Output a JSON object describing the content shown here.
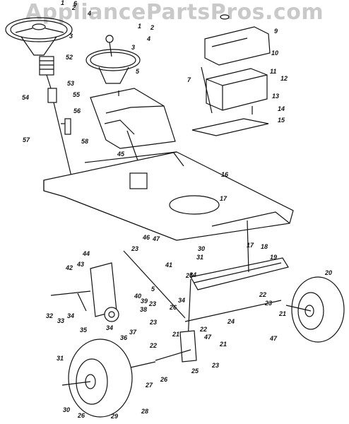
{
  "watermark": "AppliancePartsPros.com",
  "colors": {
    "ink": "#111111",
    "background": "#ffffff",
    "watermark": "#c9c9c9"
  },
  "callouts": [
    "1",
    "2",
    "3",
    "4",
    "5",
    "6",
    "7",
    "9",
    "10",
    "11",
    "12",
    "13",
    "14",
    "15",
    "16",
    "17",
    "18",
    "19",
    "20",
    "21",
    "22",
    "23",
    "24",
    "25",
    "26",
    "27",
    "28",
    "29",
    "30",
    "31",
    "32",
    "33",
    "34",
    "35",
    "36",
    "37",
    "38",
    "39",
    "40",
    "41",
    "42",
    "43",
    "44",
    "45",
    "46",
    "47",
    "52",
    "53",
    "54",
    "55",
    "56",
    "57",
    "58"
  ]
}
